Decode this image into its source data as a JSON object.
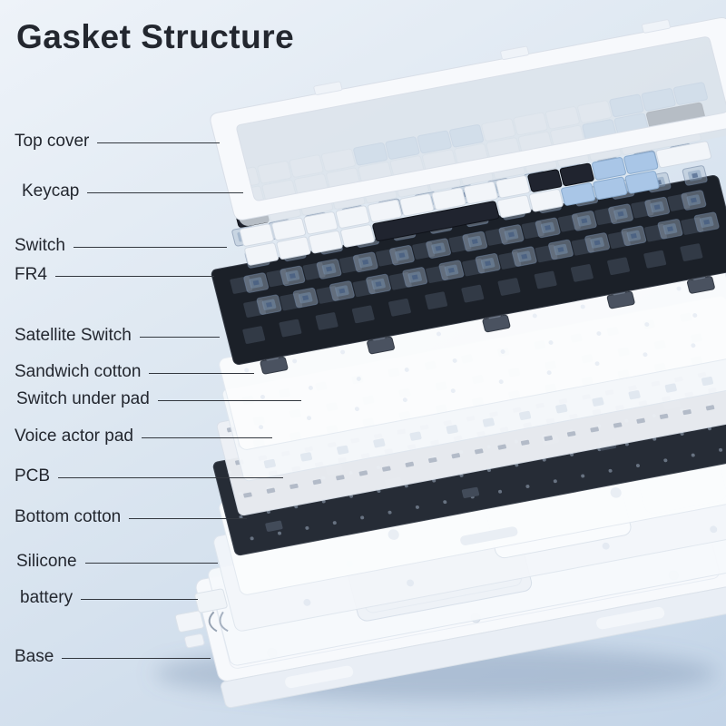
{
  "title": "Gasket Structure",
  "diagram": {
    "type": "exploded-view",
    "subject": "mechanical keyboard gasket structure",
    "layers": [
      {
        "id": "top-cover",
        "label": "Top cover"
      },
      {
        "id": "keycap",
        "label": "Keycap"
      },
      {
        "id": "switch",
        "label": "Switch"
      },
      {
        "id": "fr4",
        "label": "FR4"
      },
      {
        "id": "satellite-switch",
        "label": "Satellite Switch"
      },
      {
        "id": "sandwich-cotton",
        "label": "Sandwich cotton"
      },
      {
        "id": "switch-under-pad",
        "label": "Switch under pad"
      },
      {
        "id": "voice-actor-pad",
        "label": "Voice actor pad"
      },
      {
        "id": "pcb",
        "label": "PCB"
      },
      {
        "id": "bottom-cotton",
        "label": "Bottom cotton"
      },
      {
        "id": "silicone",
        "label": "Silicone"
      },
      {
        "id": "battery",
        "label": "battery"
      },
      {
        "id": "base",
        "label": "Base"
      }
    ]
  },
  "colors": {
    "background_top": "#eef3f9",
    "background_bottom": "#c3d4e7",
    "text": "#23272f",
    "callout_line": "#33383f",
    "keycap_white": "#f2f5f9",
    "keycap_blue": "#a9c6e7",
    "keycap_dark": "#20242f",
    "plate_dark": "#1b2028",
    "pcb_dark": "#262c36",
    "layer_white": "#f7f9fc"
  }
}
